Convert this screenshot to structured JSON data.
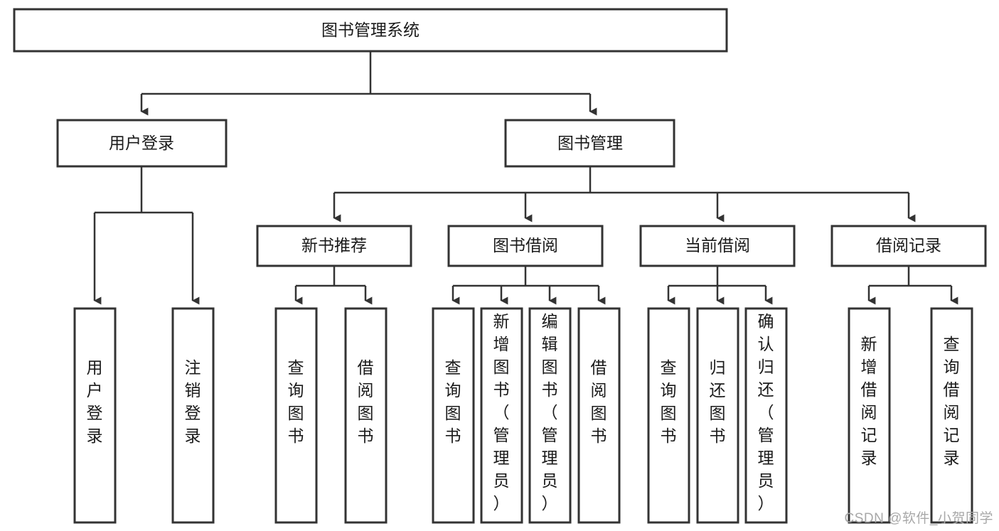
{
  "diagram": {
    "type": "hierarchy-tree",
    "title": "图书管理系统",
    "orientation": "top-down",
    "colors": {
      "box_stroke": "#333333",
      "box_fill": "#ffffff",
      "text": "#1a1a1a",
      "connector": "#333333",
      "watermark": "#a8a8a8"
    },
    "levels": [
      {
        "level": 1,
        "nodes": [
          {
            "id": "root",
            "label": "图书管理系统",
            "orientation": "horizontal"
          }
        ]
      },
      {
        "level": 2,
        "nodes": [
          {
            "id": "login",
            "label": "用户登录",
            "orientation": "horizontal",
            "parent": "root"
          },
          {
            "id": "bookmgmt",
            "label": "图书管理",
            "orientation": "horizontal",
            "parent": "root"
          }
        ]
      },
      {
        "level": 3,
        "nodes": [
          {
            "id": "newbook",
            "label": "新书推荐",
            "orientation": "horizontal",
            "parent": "bookmgmt"
          },
          {
            "id": "borrow",
            "label": "图书借阅",
            "orientation": "horizontal",
            "parent": "bookmgmt"
          },
          {
            "id": "current",
            "label": "当前借阅",
            "orientation": "horizontal",
            "parent": "bookmgmt"
          },
          {
            "id": "records",
            "label": "借阅记录",
            "orientation": "horizontal",
            "parent": "bookmgmt"
          }
        ]
      },
      {
        "level": 4,
        "nodes": [
          {
            "id": "leaf-user-login",
            "label": "用户登录",
            "orientation": "vertical",
            "parent": "login"
          },
          {
            "id": "leaf-user-logout",
            "label": "注销登录",
            "orientation": "vertical",
            "parent": "login"
          },
          {
            "id": "leaf-query-book-1",
            "label": "查询图书",
            "orientation": "vertical",
            "parent": "newbook"
          },
          {
            "id": "leaf-borrow-book-1",
            "label": "借阅图书",
            "orientation": "vertical",
            "parent": "newbook"
          },
          {
            "id": "leaf-query-book-2",
            "label": "查询图书",
            "orientation": "vertical",
            "parent": "borrow"
          },
          {
            "id": "leaf-add-book",
            "label": "新增图书（管理员）",
            "orientation": "vertical",
            "parent": "borrow"
          },
          {
            "id": "leaf-edit-book",
            "label": "编辑图书（管理员）",
            "orientation": "vertical",
            "parent": "borrow"
          },
          {
            "id": "leaf-borrow-book-2",
            "label": "借阅图书",
            "orientation": "vertical",
            "parent": "borrow"
          },
          {
            "id": "leaf-query-book-3",
            "label": "查询图书",
            "orientation": "vertical",
            "parent": "current"
          },
          {
            "id": "leaf-return-book",
            "label": "归还图书",
            "orientation": "vertical",
            "parent": "current"
          },
          {
            "id": "leaf-confirm-return",
            "label": "确认归还（管理员）",
            "orientation": "vertical",
            "parent": "current"
          },
          {
            "id": "leaf-add-record",
            "label": "新增借阅记录",
            "orientation": "vertical",
            "parent": "records"
          },
          {
            "id": "leaf-query-record",
            "label": "查询借阅记录",
            "orientation": "vertical",
            "parent": "records"
          }
        ]
      }
    ]
  },
  "watermark": {
    "text": "CSDN @软件_小贺同学"
  }
}
